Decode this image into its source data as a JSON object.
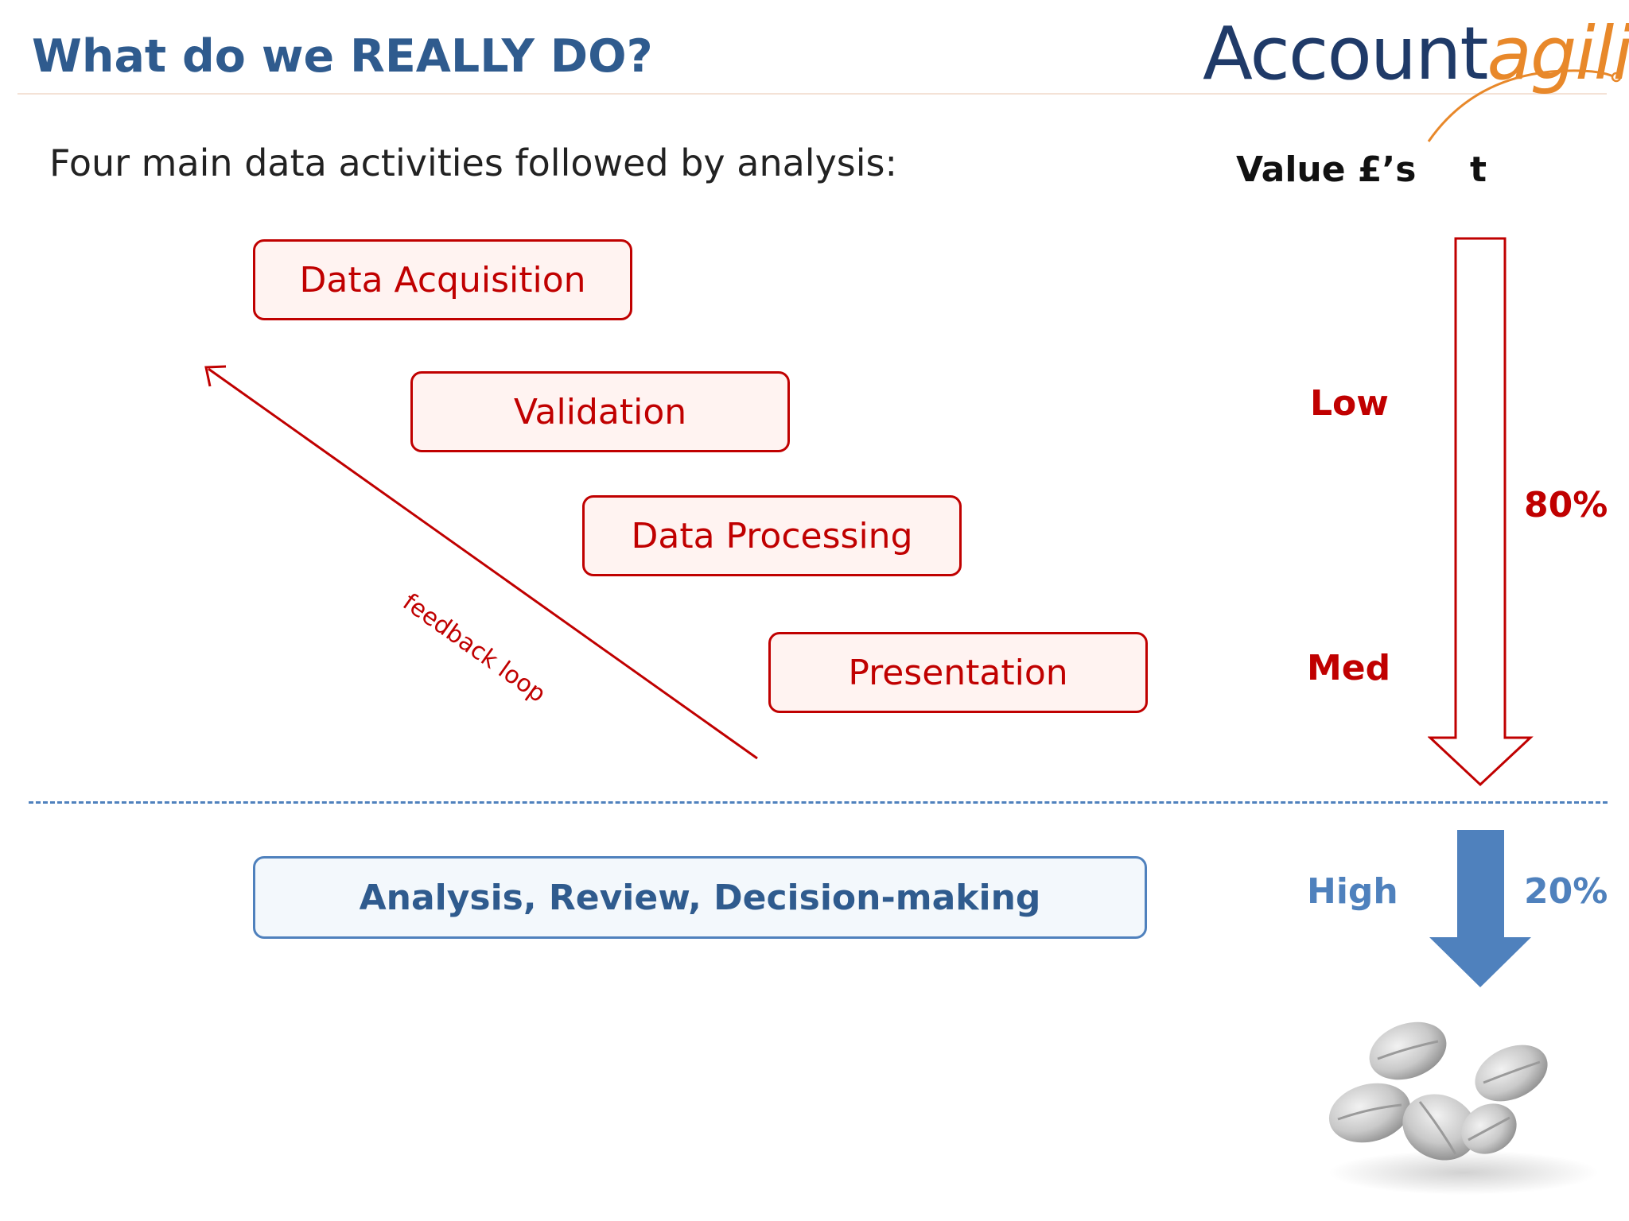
{
  "header": {
    "title": "What do we REALLY DO?",
    "logo_text_main": "Account",
    "logo_text_accent": "agility"
  },
  "intro": "Four main data activities followed by analysis:",
  "columns": {
    "value_label": "Value £’s",
    "time_label": "t"
  },
  "activities": [
    {
      "label": "Data Acquisition"
    },
    {
      "label": "Validation"
    },
    {
      "label": "Data Processing"
    },
    {
      "label": "Presentation"
    }
  ],
  "feedback_label": "feedback loop",
  "analysis_box": {
    "label": "Analysis, Review, Decision-making"
  },
  "value_levels": {
    "low": "Low",
    "med": "Med",
    "high": "High"
  },
  "time_shares": {
    "data_activities": "80%",
    "analysis": "20%"
  },
  "colors": {
    "title_blue": "#2f5b8e",
    "activity_red": "#c00000",
    "analysis_blue": "#4f81bd",
    "logo_navy": "#1f3a68",
    "logo_orange": "#e8882a"
  },
  "image": {
    "icon": "coffee-beans"
  }
}
